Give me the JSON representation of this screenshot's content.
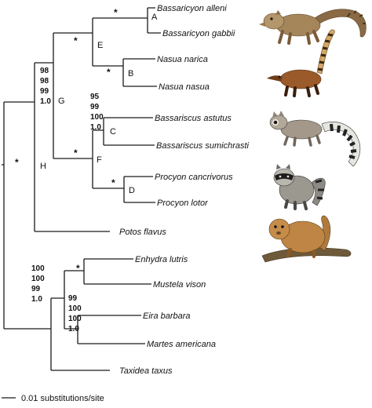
{
  "taxa": {
    "alleni": "Bassaricyon alleni",
    "gabbii": "Bassaricyon gabbii",
    "narica": "Nasua narica",
    "nasua": "Nasua nasua",
    "astutus": "Bassariscus astutus",
    "sumichrasti": "Bassariscus sumichrasti",
    "cancrivorus": "Procyon cancrivorus",
    "lotor": "Procyon lotor",
    "potos": "Potos flavus",
    "enhydra": "Enhydra lutris",
    "mustela": "Mustela vison",
    "eira": "Eira barbara",
    "martes": "Martes americana",
    "taxidea": "Taxidea taxus"
  },
  "nodes": {
    "A": "A",
    "B": "B",
    "C": "C",
    "D": "D",
    "E": "E",
    "F": "F",
    "G": "G",
    "H": "H"
  },
  "support": {
    "star": "*",
    "g": [
      "98",
      "98",
      "99",
      "1.0"
    ],
    "c": [
      "95",
      "99",
      "100",
      "1.0"
    ],
    "mustelid": [
      "100",
      "100",
      "99",
      "1.0"
    ],
    "eira": [
      "99",
      "100",
      "100",
      "1.0"
    ]
  },
  "scale_bar": {
    "label": "0.01 substitutions/site"
  },
  "illustrations": [
    "olingo-illustration",
    "coati-illustration",
    "ringtail-illustration",
    "raccoon-illustration",
    "kinkajou-illustration"
  ]
}
